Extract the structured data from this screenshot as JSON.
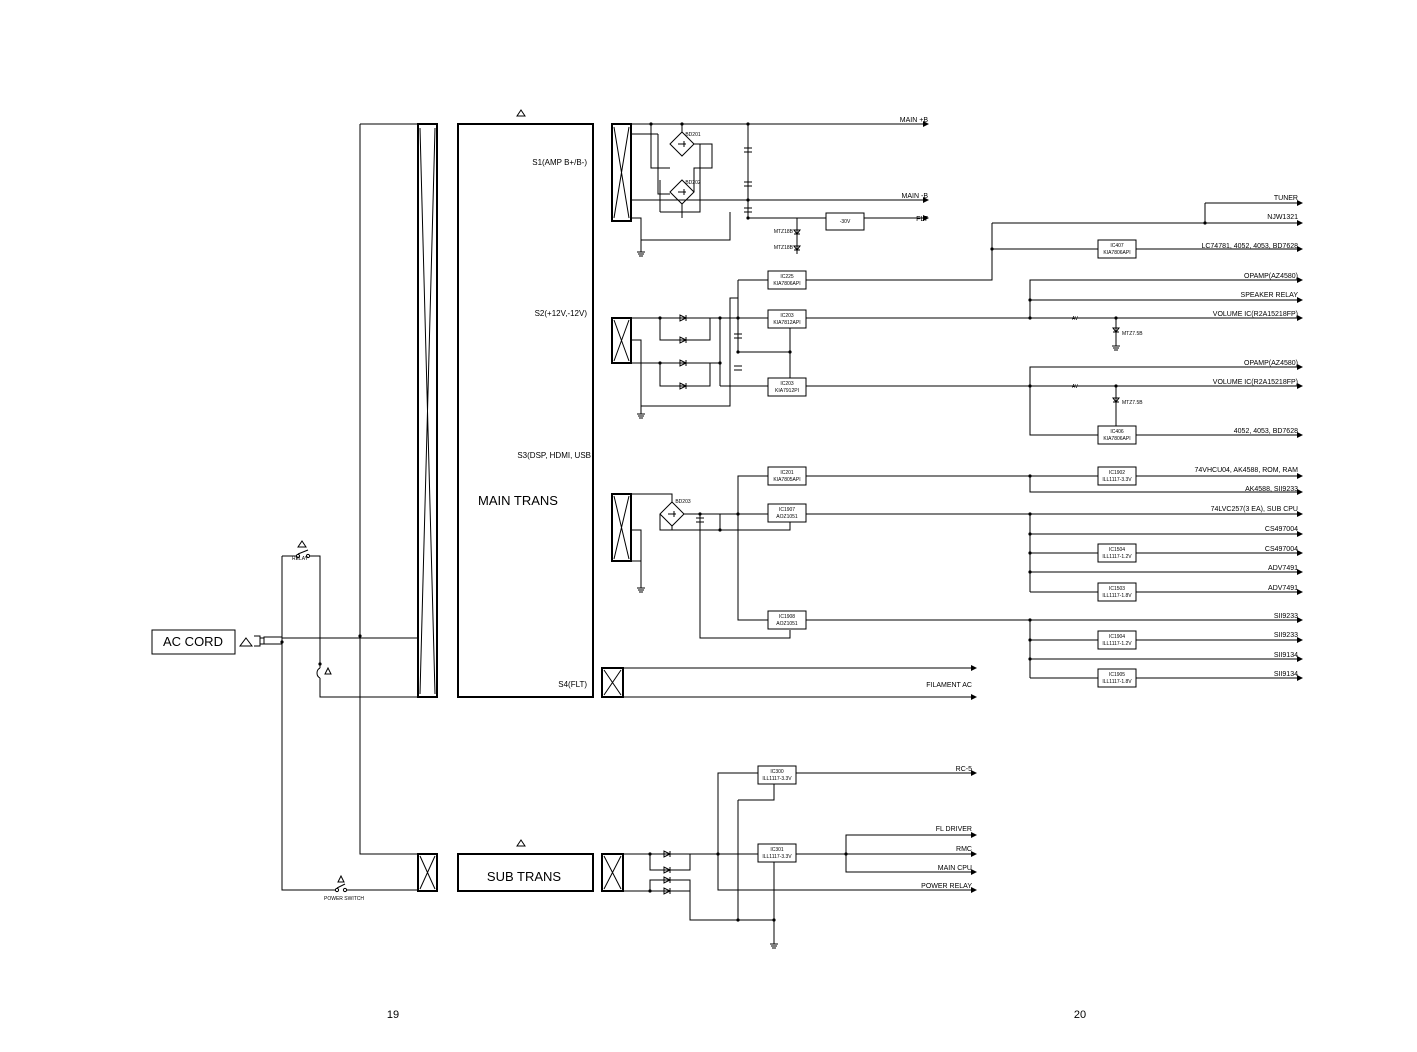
{
  "ac_cord": {
    "label": "AC CORD"
  },
  "main_trans": {
    "label": "MAIN TRANS",
    "s1": "S1(AMP B+/B-)",
    "s2": "S2(+12V,-12V)",
    "s3": "S3(DSP, HDMI, USB",
    "s4": "S4(FLT)"
  },
  "sub_trans": {
    "label": "SUB TRANS"
  },
  "switches": {
    "relay": "RELAY",
    "power_switch": "POWER SWITCH"
  },
  "components": {
    "d201": "BD201",
    "d202": "BD202",
    "neg30": "-30V",
    "mtz1": "MTZ18B",
    "mtz2": "MTZ18B",
    "ic407_a": "IC407",
    "ic407_b": "KIA7806API",
    "ic_a1": "IC225",
    "ic_a2": "KIA7806API",
    "ic_b1": "IC203",
    "ic_b2": "KIA7812API",
    "ic_c1": "IC203",
    "ic_c2": "KIA7912PI",
    "mtz3": "MTZ7.5B",
    "mtz4": "MTZ7.5B",
    "ic406_a": "IC406",
    "ic406_b": "KIA7806API",
    "bd203": "BD203",
    "ic201_a": "IC201",
    "ic201_b": "KIA7805API",
    "ic1902_a": "IC1902",
    "ic1902_b": "ILL1117-3.3V",
    "ic1907_a": "IC1907",
    "ic1907_b": "AOZ1051",
    "ic1504_a": "IC1504",
    "ic1504_b": "ILL1117-1.2V",
    "ic1503_a": "IC1503",
    "ic1503_b": "ILL1117-1.8V",
    "ic1908_a": "IC1908",
    "ic1908_b": "AOZ1051",
    "ic1904_a": "IC1904",
    "ic1904_b": "ILL1117-1.2V",
    "ic1905_a": "IC1905",
    "ic1905_b": "ILL1117-1.8V",
    "ic300_a": "IC300",
    "ic300_b": "ILL1117-3.3V",
    "ic301_a": "IC301",
    "ic301_b": "ILL1117-3.3V",
    "av1": "AV",
    "av2": "AV"
  },
  "outputs": {
    "main_pos_b": "MAIN +B",
    "main_neg_b": "MAIN -B",
    "flt": "FLT",
    "tuner": "TUNER",
    "njw1321": "NJW1321",
    "lc": "LC74781, 4052, 4053, BD7628",
    "opamp1": "OPAMP(AZ4580)",
    "speaker_relay": "SPEAKER RELAY",
    "volume1": "VOLUME IC(R2A15218FP)",
    "opamp2": "OPAMP(AZ4580)",
    "volume2": "VOLUME IC(R2A15218FP)",
    "o4052": "4052, 4053, BD7628",
    "o74vhcu04": "74VHCU04, AK4588, ROM, RAM",
    "ak4588": "AK4588, SII9233",
    "o74lvc": "74LVC257(3 EA), SUB CPU",
    "cs1": "CS497004",
    "cs2": "CS497004",
    "adv1": "ADV7491",
    "adv2": "ADV7491",
    "sii1": "SII9233",
    "sii2": "SII9233",
    "sii3": "SII9134",
    "sii4": "SII9134",
    "filament": "FILAMENT AC",
    "rc5": "RC-5",
    "fl_driver": "FL DRIVER",
    "rmc": "RMC",
    "main_cpu": "MAIN CPU",
    "power_relay": "POWER RELAY"
  },
  "pages": {
    "left": "19",
    "right": "20"
  }
}
